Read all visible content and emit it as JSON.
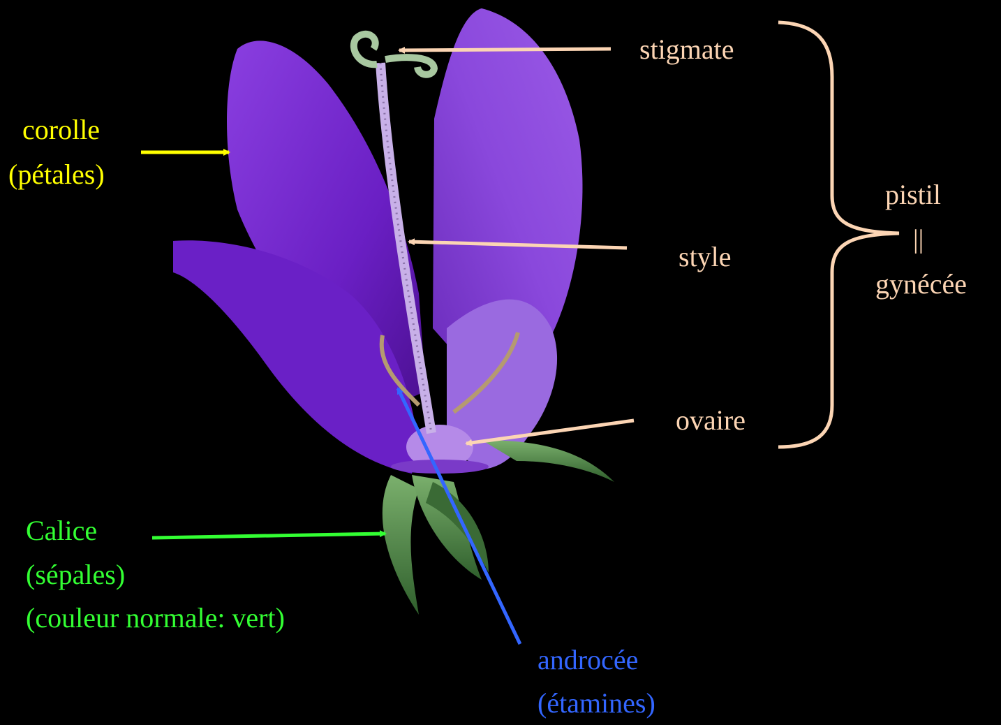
{
  "labels": {
    "stigmate": "stigmate",
    "style": "style",
    "ovaire": "ovaire",
    "pistil": "pistil",
    "equiv": "||",
    "gynecee": "gynécée",
    "corolle": "corolle",
    "petales": "(pétales)",
    "calice": "Calice",
    "sepales": "(sépales)",
    "couleur": "(couleur normale: vert)",
    "androcee": "androcée",
    "etamines": "(étamines)"
  },
  "colors": {
    "background": "#000000",
    "pistil_parts": "#fcd5b4",
    "corolle": "#ffff00",
    "calice": "#33ff33",
    "androcee": "#3366ff",
    "petal": "#7a2ad0",
    "sepal": "#3f7a3a"
  },
  "icons": [
    "flower-illustration",
    "bracket-brace"
  ]
}
